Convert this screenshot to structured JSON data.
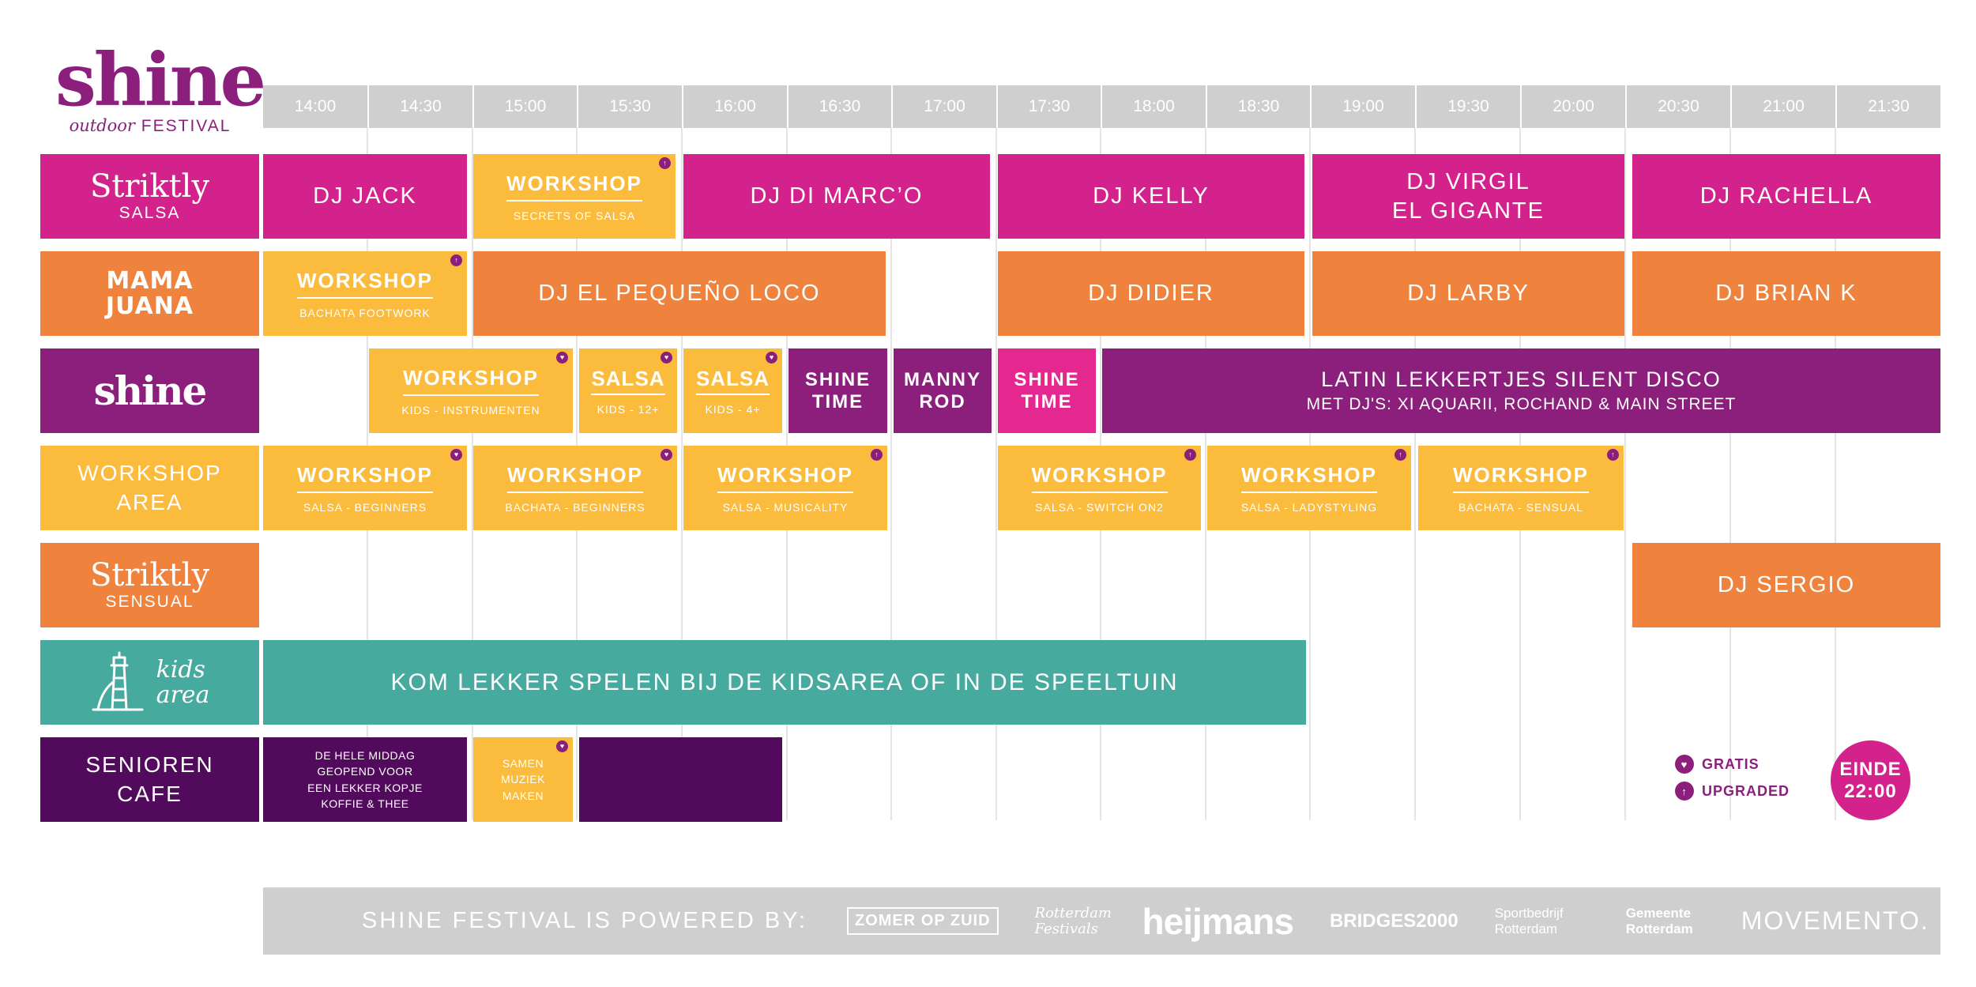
{
  "logo": {
    "word": "shine",
    "sub_italic": "outdoor",
    "sub_caps": "FESTIVAL"
  },
  "times": [
    "14:00",
    "14:30",
    "15:00",
    "15:30",
    "16:00",
    "16:30",
    "17:00",
    "17:30",
    "18:00",
    "18:30",
    "19:00",
    "19:30",
    "20:00",
    "20:30",
    "21:00",
    "21:30"
  ],
  "stages": {
    "striktly_salsa": {
      "logo": "Striktly",
      "sub": "SALSA"
    },
    "mama_juana": {
      "line1": "MAMA",
      "line2": "JUANA"
    },
    "shine": {
      "logo": "shine"
    },
    "workshop_area": {
      "line1": "WORKSHOP",
      "line2": "AREA"
    },
    "striktly_sensual": {
      "logo": "Striktly",
      "sub": "SENSUAL"
    },
    "kids_area": {
      "line1": "kids",
      "line2": "area"
    },
    "senioren_cafe": {
      "line1": "SENIOREN",
      "line2": "CAFE"
    }
  },
  "salsa_row": {
    "dj_jack": "DJ JACK",
    "ws_title": "WORKSHOP",
    "ws_sub": "SECRETS OF SALSA",
    "dj_di_marco": "DJ DI MARC’O",
    "dj_kelly": "DJ KELLY",
    "dj_virgil_1": "DJ VIRGIL",
    "dj_virgil_2": "EL GIGANTE",
    "dj_rachella": "DJ RACHELLA"
  },
  "mama_row": {
    "ws_title": "WORKSHOP",
    "ws_sub": "BACHATA FOOTWORK",
    "dj_el_pequeno": "DJ EL PEQUEÑO LOCO",
    "dj_didier": "DJ DIDIER",
    "dj_larby": "DJ LARBY",
    "dj_brian": "DJ BRIAN K"
  },
  "shine_row": {
    "ws_title": "WORKSHOP",
    "ws_sub": "KIDS - INSTRUMENTEN",
    "salsa1_title": "SALSA",
    "salsa1_sub": "KIDS - 12+",
    "salsa2_title": "SALSA",
    "salsa2_sub": "KIDS - 4+",
    "shine_time_1a": "SHINE",
    "shine_time_1b": "TIME",
    "manny_1": "MANNY",
    "manny_2": "ROD",
    "shine_time_2a": "SHINE",
    "shine_time_2b": "TIME",
    "disco_1": "LATIN LEKKERTJES SILENT DISCO",
    "disco_2": "MET DJ'S: XI AQUARII, ROCHAND & MAIN STREET"
  },
  "workshop_row": [
    {
      "title": "WORKSHOP",
      "sub": "SALSA - BEGINNERS"
    },
    {
      "title": "WORKSHOP",
      "sub": "BACHATA - BEGINNERS"
    },
    {
      "title": "WORKSHOP",
      "sub": "SALSA - MUSICALITY"
    },
    {
      "title": "WORKSHOP",
      "sub": "SALSA - SWITCH ON2"
    },
    {
      "title": "WORKSHOP",
      "sub": "SALSA - LADYSTYLING"
    },
    {
      "title": "WORKSHOP",
      "sub": "BACHATA - SENSUAL"
    }
  ],
  "sensual_row": {
    "dj_sergio": "DJ SERGIO"
  },
  "kids_row": {
    "text": "KOM LEKKER SPELEN BIJ DE KIDSAREA OF IN DE SPEELTUIN"
  },
  "senioren_row": {
    "note_1": "DE HELE MIDDAG",
    "note_2": "GEOPEND VOOR",
    "note_3": "EEN LEKKER KOPJE",
    "note_4": "KOFFIE & THEE",
    "muziek_1": "SAMEN",
    "muziek_2": "MUZIEK",
    "muziek_3": "MAKEN"
  },
  "legend": {
    "gratis": "GRATIS",
    "upgraded": "UPGRADED"
  },
  "einde": {
    "line1": "EINDE",
    "line2": "22:00"
  },
  "sponsors": {
    "label": "SHINE FESTIVAL IS POWERED BY:",
    "items": [
      "ZOMER OP ZUID",
      "Rotterdam Festivals",
      "heijmans",
      "BRIDGES2000",
      "Sportbedrijf Rotterdam",
      "Gemeente Rotterdam",
      "MOVEMENTO."
    ]
  },
  "colors": {
    "magenta": "#d4228c",
    "orange": "#ef823c",
    "purple": "#8c1e7c",
    "yellow": "#fbbb3d",
    "teal": "#47aa9f",
    "dark_purple": "#520a5c",
    "grey": "#cfcfcf"
  }
}
